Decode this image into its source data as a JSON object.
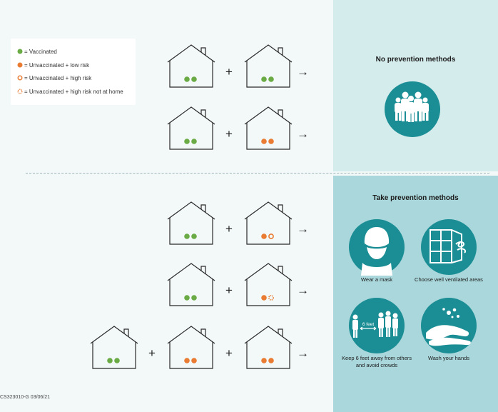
{
  "legend": {
    "items": [
      {
        "kind": "green",
        "label": "= Vaccinated"
      },
      {
        "kind": "orange",
        "label": "= Unvaccinated + low risk"
      },
      {
        "kind": "ring",
        "label": "= Unvaccinated + high risk"
      },
      {
        "kind": "dashed",
        "label": "= Unvaccinated + high risk not at home"
      }
    ]
  },
  "colors": {
    "green": "#6aab45",
    "orange": "#e97b32",
    "teal": "#1a8e94",
    "top_panel": "#d5eced",
    "bottom_panel": "#a9d7db"
  },
  "top_panel": {
    "title": "No prevention methods"
  },
  "bottom_panel": {
    "title": "Take prevention methods",
    "methods": [
      {
        "icon": "face-mask-icon",
        "label": "Wear a mask"
      },
      {
        "icon": "open-window-icon",
        "label": "Choose well ventilated areas"
      },
      {
        "icon": "six-feet-distance-icon",
        "label": "Keep 6 feet away from others and avoid crowds",
        "badge": "6 feet"
      },
      {
        "icon": "hand-washing-icon",
        "label": "Wash your hands"
      }
    ]
  },
  "operators": {
    "plus": "+",
    "arrow": "→"
  },
  "footer": {
    "code": "CS323010-G   03/06/21"
  }
}
